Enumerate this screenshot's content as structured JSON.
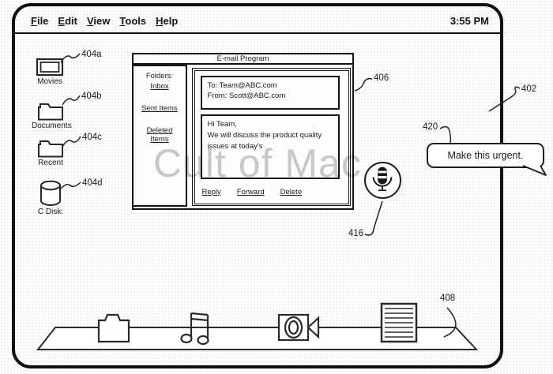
{
  "colors": {
    "ink": "#1a1a1a",
    "watermark_gray": "#9e9e9e"
  },
  "watermark": "Cult of Mac",
  "refs": {
    "window": "402",
    "movies": "404a",
    "documents": "404b",
    "recent": "404c",
    "c_disk": "404d",
    "email_window": "406",
    "dock": "408",
    "mic": "416",
    "bubble": "420"
  },
  "menu_bar": {
    "items": [
      {
        "first": "F",
        "rest": "ile"
      },
      {
        "first": "E",
        "rest": "dit"
      },
      {
        "first": "V",
        "rest": "iew"
      },
      {
        "first": "T",
        "rest": "ools"
      },
      {
        "first": "H",
        "rest": "elp"
      }
    ],
    "clock": "3:55 PM"
  },
  "sidebar": {
    "items": [
      {
        "label": "Movies",
        "ref": "404a",
        "icon": "movie-screen-icon"
      },
      {
        "label": "Documents",
        "ref": "404b",
        "icon": "folder-icon"
      },
      {
        "label": "Recent",
        "ref": "404c",
        "icon": "folder-icon"
      },
      {
        "label": "C Disk:",
        "ref": "404d",
        "icon": "disk-icon"
      }
    ]
  },
  "email_window": {
    "title": "E-mail Program",
    "folders_heading": "Folders:",
    "folders": [
      {
        "label": "Inbox"
      },
      {
        "label": "Sent Items"
      },
      {
        "label": "Deleted Items"
      }
    ],
    "message": {
      "to": "To: Team@ABC.com",
      "from": "From: Scott@ABC.com",
      "body_lines": [
        "Hi Team,",
        "We will discuss the product quality",
        "issues at today's"
      ]
    },
    "actions": [
      {
        "label": "Reply"
      },
      {
        "label": "Forward"
      },
      {
        "label": "Delete"
      }
    ]
  },
  "voice": {
    "bubble_text": "Make this urgent."
  },
  "dock": {
    "icons": [
      "folder-icon",
      "music-note-icon",
      "video-camera-icon",
      "document-icon"
    ]
  }
}
